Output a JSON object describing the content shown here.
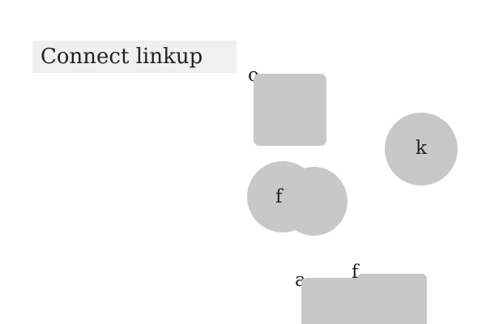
{
  "title": "Connect linkup",
  "colors": {
    "shape_fill": "#c8c8c8",
    "title_background": "#f0f0f0",
    "text": "#222222"
  },
  "items": {
    "square_o": {
      "label": "o"
    },
    "circle_k": {
      "label": "k"
    },
    "circle_f": {
      "label": "f"
    },
    "rect_a": {
      "label": "a"
    },
    "rect_f": {
      "label": "f"
    }
  }
}
